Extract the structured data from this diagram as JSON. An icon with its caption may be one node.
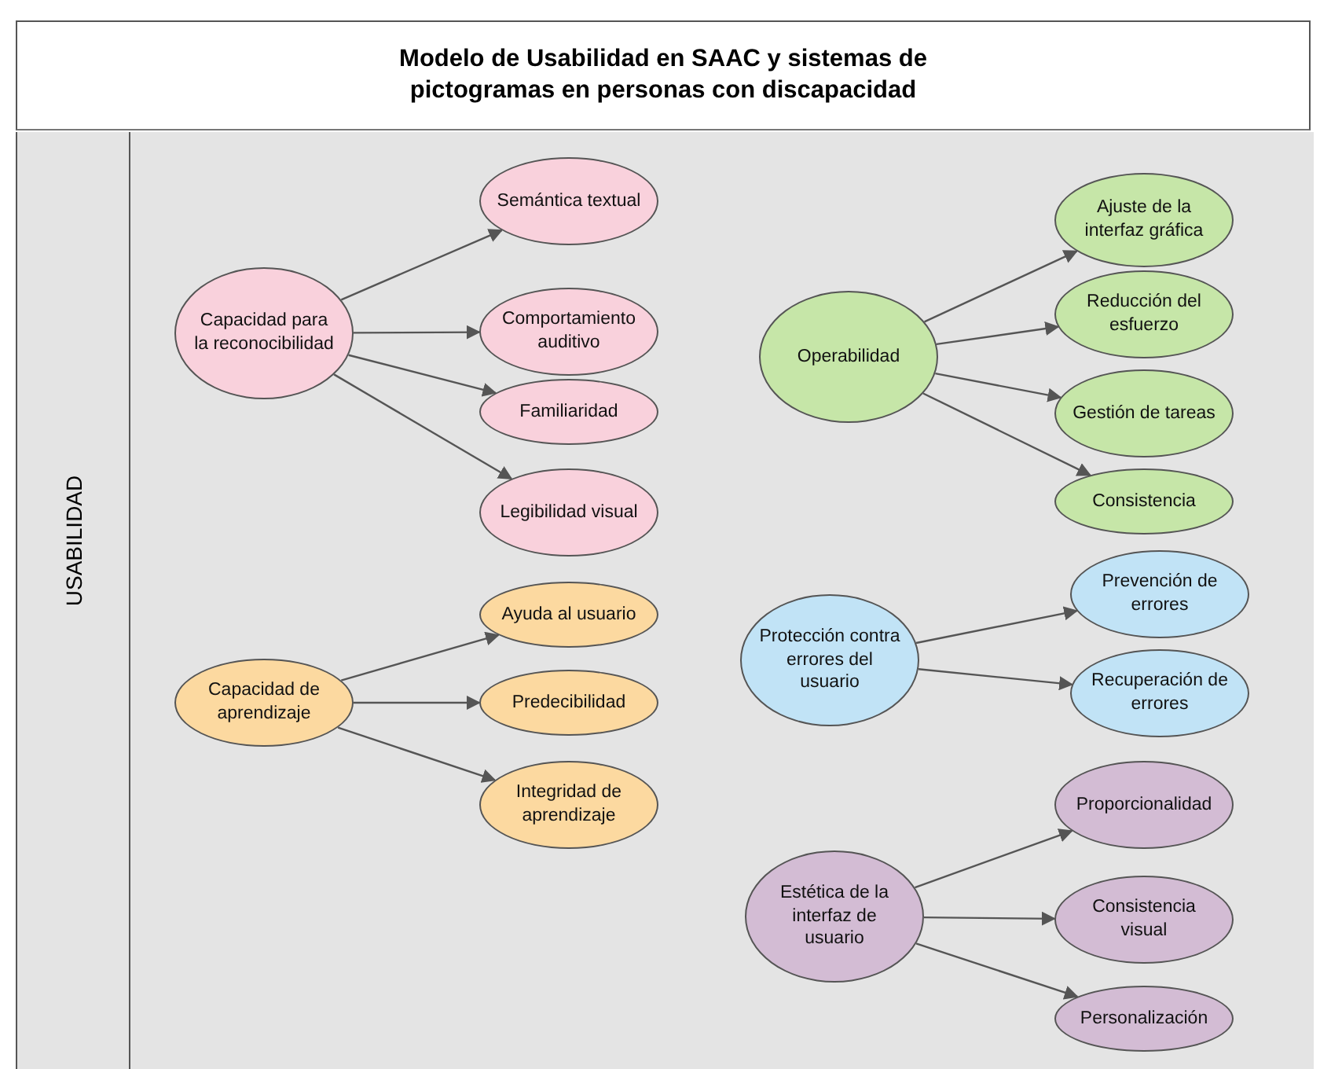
{
  "diagram": {
    "title": "Modelo de Usabilidad en SAAC y sistemas de pictogramas en personas con discapacidad",
    "nodes": [
      {
        "text": [
          "USABILIDAD"
        ]
      },
      {
        "text": [
          "Capacidad para la reconocibilidad"
        ],
        "in": 0
      },
      {
        "text": [
          "Semántica textual"
        ],
        "in": 0
      },
      {
        "text": [
          "Comportamiento auditivo"
        ],
        "in": 0
      },
      {
        "text": [
          "Familiaridad"
        ],
        "in": 0
      },
      {
        "text": [
          "Legibilidad visual"
        ],
        "in": 0
      },
      {
        "text": [
          "Operabilidad"
        ],
        "in": 0
      },
      {
        "text": [
          "Ajuste de la interfaz gráfica"
        ],
        "in": 0
      },
      {
        "text": [
          "Reducción del esfuerzo"
        ],
        "in": 0
      },
      {
        "text": [
          "Gestión de tareas"
        ],
        "in": 0
      },
      {
        "text": [
          "Consistencia"
        ],
        "in": 0
      },
      {
        "text": [
          "Capacidad de aprendizaje"
        ],
        "in": 0
      },
      {
        "text": [
          "Ayuda al usuario"
        ],
        "in": 0
      },
      {
        "text": [
          "Predecibilidad"
        ],
        "in": 0
      },
      {
        "text": [
          "Integridad de aprendizaje"
        ],
        "in": 0
      },
      {
        "text": [
          "Protección contra errores del usuario"
        ],
        "in": 0
      },
      {
        "text": [
          "Prevención de errores"
        ],
        "in": 0
      },
      {
        "text": [
          "Recuperación de errores"
        ],
        "in": 0
      },
      {
        "text": [
          "Estética de la interfaz de usuario"
        ],
        "in": 0
      },
      {
        "text": [
          "Proporcionalidad"
        ],
        "in": 0
      },
      {
        "text": [
          "Consistencia visual"
        ],
        "in": 0
      },
      {
        "text": [
          "Personalización"
        ],
        "in": 0
      }
    ],
    "edges": [
      {
        "from": 1,
        "to": 2,
        "arrow": "to"
      },
      {
        "from": 1,
        "to": 3,
        "arrow": "to"
      },
      {
        "from": 1,
        "to": 4,
        "arrow": "to"
      },
      {
        "from": 1,
        "to": 5,
        "arrow": "to"
      },
      {
        "from": 6,
        "to": 7,
        "arrow": "to"
      },
      {
        "from": 6,
        "to": 8,
        "arrow": "to"
      },
      {
        "from": 6,
        "to": 9,
        "arrow": "to"
      },
      {
        "from": 6,
        "to": 10,
        "arrow": "to"
      },
      {
        "from": 11,
        "to": 12,
        "arrow": "to"
      },
      {
        "from": 11,
        "to": 13,
        "arrow": "to"
      },
      {
        "from": 11,
        "to": 14,
        "arrow": "to"
      },
      {
        "from": 15,
        "to": 16,
        "arrow": "to"
      },
      {
        "from": 15,
        "to": 17,
        "arrow": "to"
      },
      {
        "from": 18,
        "to": 19,
        "arrow": "to"
      },
      {
        "from": 18,
        "to": 20,
        "arrow": "to"
      },
      {
        "from": 18,
        "to": 21,
        "arrow": "to"
      }
    ]
  }
}
